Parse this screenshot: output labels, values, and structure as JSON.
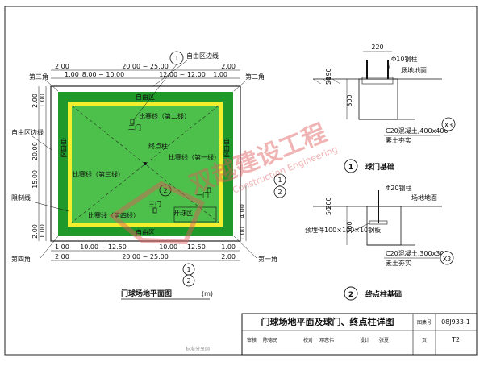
{
  "plan": {
    "top_dims_outer": [
      "2.00",
      "20.00 ~ 25.00",
      "2.00"
    ],
    "top_dims_inner": [
      "1.00",
      "8.00 ~ 10.00",
      "12.00 ~ 12.00",
      "1.00"
    ],
    "bottom_dims_outer": [
      "2.00",
      "20.00 ~ 25.00",
      "2.00"
    ],
    "bottom_dims_inner": [
      "1.00",
      "10.00 ~ 12.50",
      "10.00 ~ 12.50",
      "1.00"
    ],
    "left_dims_outer": [
      "2.00",
      "15.00 ~ 20.00",
      "2.00"
    ],
    "left_dims_inner": [
      "1.00",
      "1.00"
    ],
    "right_dims": [
      "1.00",
      "4.00"
    ],
    "labels": {
      "corner_3": "第三角",
      "corner_2": "第二角",
      "corner_4": "第四角",
      "corner_1": "第一角",
      "free_zone_line_top": "自由区边线",
      "free_zone_line_left": "自由区边线",
      "limit_line": "限制线",
      "free_zone_top": "自由区",
      "free_zone_bottom": "自由区",
      "free_zone_left": "自由区",
      "free_zone_right": "自由区",
      "match_line_2": "比赛线（第二线）",
      "match_line_1": "比赛线（第一线）",
      "match_line_3": "比赛线（第三线）",
      "match_line_4": "比赛线（第四线）",
      "gate_2": "二门",
      "gate_1": "一门",
      "gate_3": "三门",
      "end_post": "终点柱",
      "start_zone": "开球区"
    },
    "callouts": [
      "1",
      "2",
      "1",
      "2",
      "1",
      "2"
    ],
    "caption": "门球场地平面图",
    "caption_unit": "(m)"
  },
  "detail1": {
    "dims_top": [
      "220"
    ],
    "dims_side": [
      "190",
      "50",
      "300"
    ],
    "steel_label": "Φ10钢柱",
    "ground_label": "场地地面",
    "concrete_label": "C20混凝土,400x400",
    "soil_label": "素土夯实",
    "slope_label": "X3",
    "caption_num": "1",
    "caption": "球门基础"
  },
  "detail2": {
    "dims_side": [
      "200",
      "50",
      "300"
    ],
    "post_label": "Φ20钢柱",
    "ground_label": "场地地面",
    "plate_label": "预埋件100×100×10钢板",
    "concrete_label": "C20混凝土,300x300",
    "soil_label": "素土夯实",
    "slope_label": "X3",
    "caption_num": "2",
    "caption": "终点柱基础"
  },
  "title_block": {
    "title": "门球场地平面及球门、终点柱详图",
    "atlas_label": "图集号",
    "atlas_no": "08J933-1",
    "row": [
      "审核",
      "陈德民",
      "校对",
      "邓志伟",
      "设计",
      "张夏",
      "页"
    ],
    "page": "T2"
  },
  "watermark": {
    "text_cn": "双越建设工程",
    "text_en": "Construction Engineering",
    "footer": "标准分享网"
  },
  "colors": {
    "field_green": "#3cb43c",
    "border_green": "#1f8f1f",
    "yellow": "#f2ef2a",
    "watermark": "#e05a5a"
  }
}
